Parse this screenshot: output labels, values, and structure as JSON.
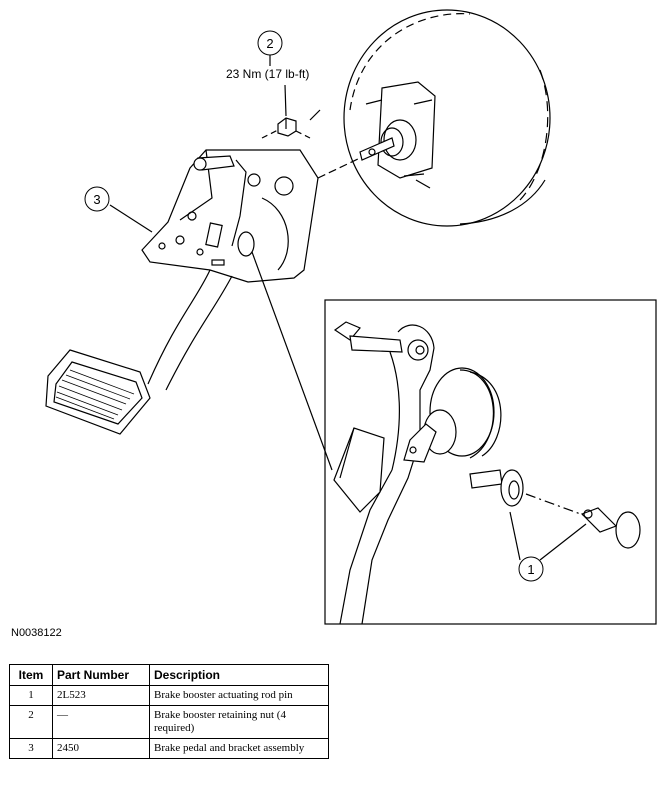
{
  "callouts": [
    {
      "number": "1"
    },
    {
      "number": "2",
      "torque": "23 Nm (17 lb-ft)"
    },
    {
      "number": "3"
    }
  ],
  "figure_id": "N0038122",
  "table": {
    "headers": [
      "Item",
      "Part Number",
      "Description"
    ],
    "rows": [
      {
        "item": "1",
        "part_number": "2L523",
        "description": "Brake booster actuating rod pin"
      },
      {
        "item": "2",
        "part_number": "—",
        "description": "Brake booster retaining nut (4 required)"
      },
      {
        "item": "3",
        "part_number": "2450",
        "description": "Brake pedal and bracket assembly"
      }
    ]
  }
}
